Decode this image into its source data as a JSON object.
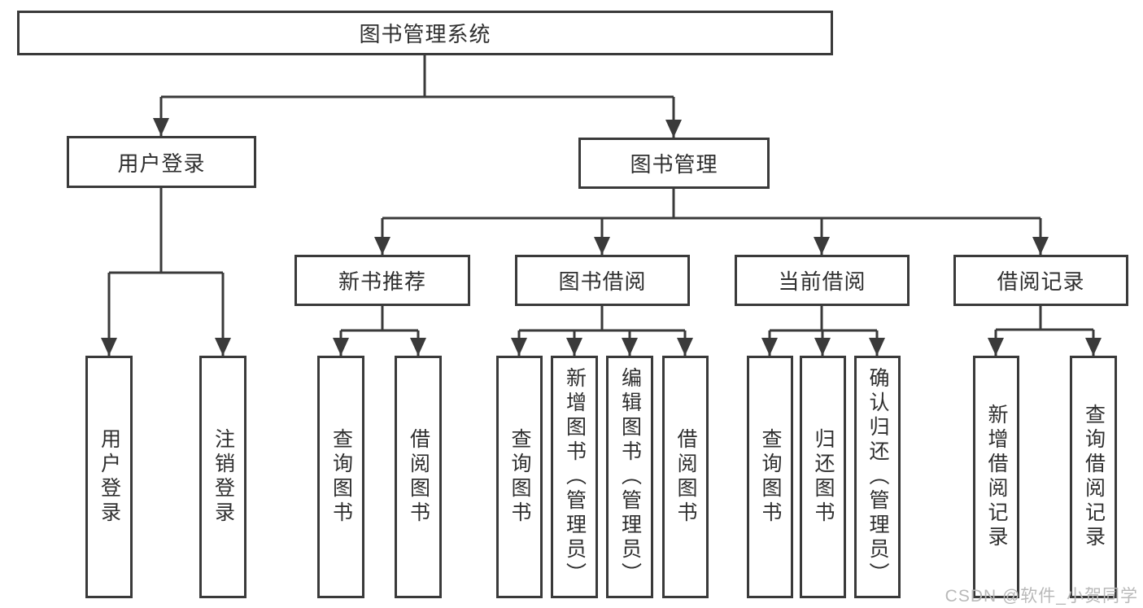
{
  "tree": {
    "label": "图书管理系统",
    "children": [
      {
        "label": "用户登录",
        "children": [
          {
            "label": "用户登录"
          },
          {
            "label": "注销登录"
          }
        ]
      },
      {
        "label": "图书管理",
        "children": [
          {
            "label": "新书推荐",
            "children": [
              {
                "label": "查询图书"
              },
              {
                "label": "借阅图书"
              }
            ]
          },
          {
            "label": "图书借阅",
            "children": [
              {
                "label": "查询图书"
              },
              {
                "label": "新增图书（管理员）"
              },
              {
                "label": "编辑图书（管理员）"
              },
              {
                "label": "借阅图书"
              }
            ]
          },
          {
            "label": "当前借阅",
            "children": [
              {
                "label": "查询图书"
              },
              {
                "label": "归还图书"
              },
              {
                "label": "确认归还（管理员）"
              }
            ]
          },
          {
            "label": "借阅记录",
            "children": [
              {
                "label": "新增借阅记录"
              },
              {
                "label": "查询借阅记录"
              }
            ]
          }
        ]
      }
    ]
  },
  "watermark": {
    "text": "CSDN @软件_小贺同学"
  },
  "colors": {
    "line": "#3a3a3a",
    "text": "#2f2f2f",
    "watermark": "#b9b9b9",
    "bg": "#ffffff"
  }
}
